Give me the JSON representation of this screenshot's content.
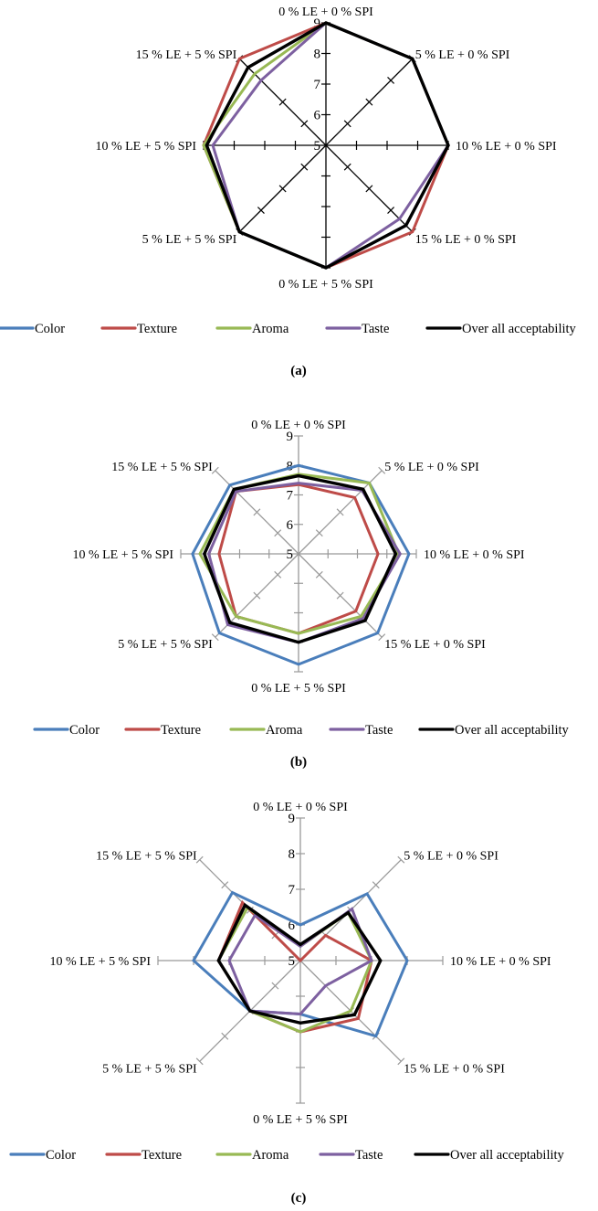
{
  "chart_data": [
    {
      "type": "radar",
      "panel_label": "(a)",
      "categories": [
        "0 % LE + 0 % SPI",
        "5 % LE + 0 % SPI",
        "10 % LE + 0 % SPI",
        "15 % LE + 0 % SPI",
        "0 % LE + 5 % SPI",
        "5 % LE + 5 % SPI",
        "10 % LE + 5 % SPI",
        "15 % LE + 5 % SPI"
      ],
      "rlim": [
        5,
        9
      ],
      "ticks": [
        "5",
        "6",
        "7",
        "8",
        "9"
      ],
      "axis_color": "#000000",
      "legend_position": "bottom",
      "series": [
        {
          "name": "Color",
          "color": "#4a7ebb",
          "values": [
            9,
            9,
            9,
            8.7,
            9,
            9,
            8.9,
            8.6
          ]
        },
        {
          "name": "Texture",
          "color": "#be4b48",
          "values": [
            9,
            9,
            9,
            9,
            9,
            9,
            9,
            9
          ]
        },
        {
          "name": "Aroma",
          "color": "#98b954",
          "values": [
            9,
            9,
            9,
            8.7,
            9,
            9,
            9,
            8.3
          ]
        },
        {
          "name": "Taste",
          "color": "#7d60a0",
          "values": [
            9,
            9,
            9,
            8.4,
            9,
            9,
            8.7,
            8.0
          ]
        },
        {
          "name": "Over all acceptability",
          "color": "#000000",
          "values": [
            9,
            9,
            9,
            8.7,
            9,
            9,
            8.9,
            8.6
          ]
        }
      ]
    },
    {
      "type": "radar",
      "panel_label": "(b)",
      "categories": [
        "0 % LE + 0 % SPI",
        "5 % LE + 0 % SPI",
        "10 % LE + 0 % SPI",
        "15 % LE + 0 % SPI",
        "0 % LE + 5 % SPI",
        "5 % LE + 5 % SPI",
        "10 % LE + 5 % SPI",
        "15 % LE + 5 % SPI"
      ],
      "rlim": [
        5,
        9
      ],
      "ticks": [
        "5",
        "6",
        "7",
        "8",
        "9"
      ],
      "axis_color": "#999999",
      "legend_position": "bottom",
      "series": [
        {
          "name": "Color",
          "color": "#4a7ebb",
          "values": [
            8.0,
            8.4,
            8.75,
            8.8,
            8.75,
            8.8,
            8.6,
            8.3
          ]
        },
        {
          "name": "Texture",
          "color": "#be4b48",
          "values": [
            7.35,
            7.7,
            7.7,
            7.75,
            7.7,
            8.0,
            7.7,
            8.0
          ]
        },
        {
          "name": "Aroma",
          "color": "#98b954",
          "values": [
            7.7,
            8.4,
            8.4,
            8.0,
            7.7,
            8.0,
            8.35,
            8.1
          ]
        },
        {
          "name": "Taste",
          "color": "#7d60a0",
          "values": [
            7.4,
            8.05,
            8.45,
            8.1,
            8.0,
            8.4,
            8.05,
            8.0
          ]
        },
        {
          "name": "Over all acceptability",
          "color": "#000000",
          "values": [
            7.65,
            8.1,
            8.3,
            8.2,
            8.0,
            8.3,
            8.2,
            8.1
          ]
        }
      ]
    },
    {
      "type": "radar",
      "panel_label": "(c)",
      "categories": [
        "0 % LE + 0 % SPI",
        "5 % LE + 0 % SPI",
        "10 % LE + 0 % SPI",
        "15 % LE + 0 % SPI",
        "0 % LE + 5 % SPI",
        "5 % LE + 5 % SPI",
        "10 % LE + 5 % SPI",
        "15 % LE + 5 % SPI"
      ],
      "rlim": [
        5,
        9
      ],
      "ticks": [
        "5",
        "6",
        "7",
        "8",
        "9"
      ],
      "axis_color": "#999999",
      "legend_position": "bottom",
      "series": [
        {
          "name": "Color",
          "color": "#4a7ebb",
          "values": [
            6.0,
            7.65,
            8.0,
            8.0,
            6.5,
            7.0,
            8.0,
            7.7
          ]
        },
        {
          "name": "Texture",
          "color": "#be4b48",
          "values": [
            5.0,
            6.0,
            7.0,
            7.3,
            7.0,
            7.0,
            7.3,
            7.3
          ]
        },
        {
          "name": "Aroma",
          "color": "#98b954",
          "values": [
            5.4,
            6.9,
            7.0,
            7.0,
            7.0,
            7.0,
            7.3,
            7.1
          ]
        },
        {
          "name": "Taste",
          "color": "#7d60a0",
          "values": [
            5.4,
            7.05,
            7.0,
            6.0,
            6.5,
            7.0,
            7.0,
            6.8
          ]
        },
        {
          "name": "Over all acceptability",
          "color": "#000000",
          "values": [
            5.45,
            6.9,
            7.25,
            7.15,
            6.75,
            7.0,
            7.3,
            7.2
          ]
        }
      ]
    }
  ]
}
